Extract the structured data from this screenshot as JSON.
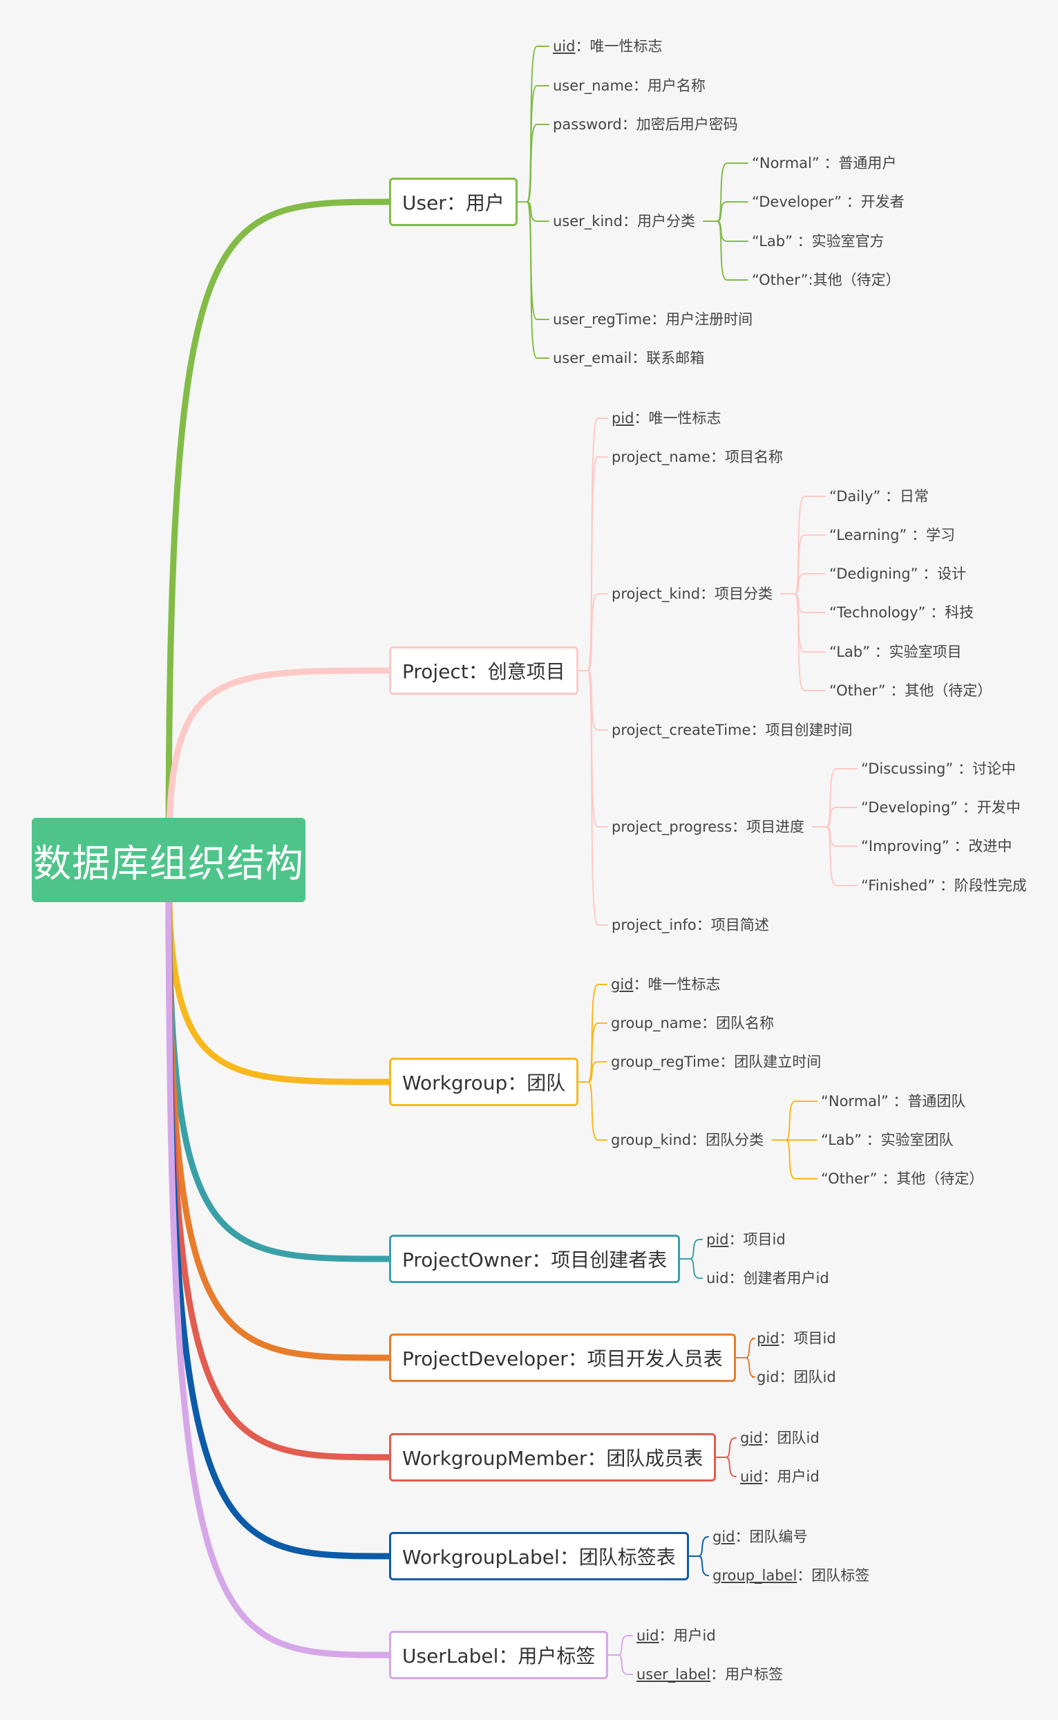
{
  "colors": {
    "root": "#4ec48b",
    "user": "#82bc47",
    "project": "#fdc9c6",
    "workgroup": "#f8b81c",
    "owner": "#3aa0a8",
    "developer": "#e77c2b",
    "member": "#e25c4f",
    "label": "#0b5ba8",
    "userlabel": "#d6a7e8"
  },
  "root": {
    "label": "数据库组织结构"
  },
  "topics": [
    {
      "label": "User：用户",
      "children": [
        {
          "key": "uid",
          "underline": true,
          "text": "：唯一性标志"
        },
        {
          "key": "user_name",
          "text": "：用户名称"
        },
        {
          "key": "password",
          "text": "：加密后用户密码"
        },
        {
          "key": "user_kind",
          "text": "：用户分类",
          "children": [
            "“Normal” ：普通用户",
            "“Developer” ：开发者",
            "“Lab” ：实验室官方",
            "“Other”:其他（待定）"
          ]
        },
        {
          "key": "user_regTime",
          "text": "：用户注册时间"
        },
        {
          "key": "user_email",
          "text": "：联系邮箱"
        }
      ]
    },
    {
      "label": "Project：创意项目",
      "children": [
        {
          "key": "pid",
          "underline": true,
          "text": "：唯一性标志"
        },
        {
          "key": "project_name",
          "text": "：项目名称"
        },
        {
          "key": "project_kind",
          "text": "：项目分类",
          "children": [
            "“Daily” ：日常",
            "“Learning” ：学习",
            "“Dedigning” ：设计",
            "“Technology” ：科技",
            "“Lab” ：实验室项目",
            "“Other” ：其他（待定）"
          ]
        },
        {
          "key": "project_createTime",
          "text": "：项目创建时间"
        },
        {
          "key": "project_progress",
          "text": "：项目进度",
          "children": [
            "“Discussing” ：讨论中",
            "“Developing” ：开发中",
            "“Improving” ：改进中",
            "“Finished” ：阶段性完成"
          ]
        },
        {
          "key": "project_info",
          "text": "：项目简述"
        }
      ]
    },
    {
      "label": "Workgroup：团队",
      "children": [
        {
          "key": "gid",
          "underline": true,
          "text": "：唯一性标志"
        },
        {
          "key": "group_name",
          "text": "：团队名称"
        },
        {
          "key": "group_regTime",
          "text": "：团队建立时间"
        },
        {
          "key": "group_kind",
          "text": "：团队分类",
          "children": [
            "“Normal” ：普通团队",
            "“Lab” ：实验室团队",
            "“Other” ：其他（待定）"
          ]
        }
      ]
    },
    {
      "label": "ProjectOwner：项目创建者表",
      "children": [
        {
          "key": "pid",
          "underline": true,
          "text": "：项目id"
        },
        {
          "key": "uid",
          "text": "：创建者用户id"
        }
      ]
    },
    {
      "label": "ProjectDeveloper：项目开发人员表",
      "children": [
        {
          "key": "pid",
          "underline": true,
          "text": "：项目id"
        },
        {
          "key": "gid",
          "text": "：团队id"
        }
      ]
    },
    {
      "label": "WorkgroupMember：团队成员表",
      "children": [
        {
          "key": "gid",
          "underline": true,
          "text": "：团队id"
        },
        {
          "key": "uid",
          "underline": true,
          "text": "：用户id"
        }
      ]
    },
    {
      "label": "WorkgroupLabel：团队标签表",
      "children": [
        {
          "key": "gid",
          "underline": true,
          "text": "：团队编号"
        },
        {
          "key": "group_label",
          "underline": true,
          "text": "：团队标签"
        }
      ]
    },
    {
      "label": "UserLabel：用户标签",
      "children": [
        {
          "key": "uid",
          "underline": true,
          "text": "：用户id"
        },
        {
          "key": "user_label",
          "underline": true,
          "text": "：用户标签"
        }
      ]
    }
  ]
}
